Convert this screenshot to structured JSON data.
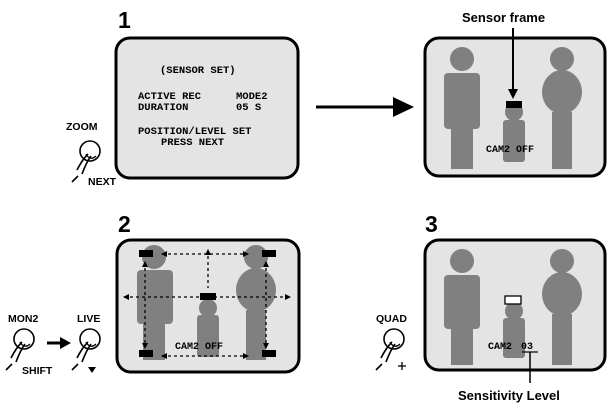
{
  "steps": {
    "one": "1",
    "two": "2",
    "three": "3"
  },
  "callouts": {
    "sensor_frame": "Sensor frame",
    "sensitivity_level": "Sensitivity Level"
  },
  "menu_screen": {
    "title": "(SENSOR SET)",
    "active_rec_label": "ACTIVE REC",
    "active_rec_value": "MODE2",
    "duration_label": "DURATION",
    "duration_value": "05 S",
    "position_line": "POSITION/LEVEL SET",
    "press_line": "PRESS NEXT"
  },
  "screen_readouts": {
    "status_right": "CAM2 OFF",
    "status_step2": "CAM2 OFF",
    "camera_step3": "CAM2",
    "level_step3": "03"
  },
  "buttons": {
    "zoom_label": "ZOOM",
    "next_label": "NEXT",
    "mon2_label": "MON2",
    "shift_label": "SHIFT",
    "live_label": "LIVE",
    "quad_label": "QUAD"
  },
  "colors": {
    "screen_fill": "#e4e4e4",
    "silhouette": "#808080",
    "ink": "#000000"
  },
  "icons": {
    "press_button": "finger-press-icon",
    "arrow": "right-arrow-icon"
  }
}
